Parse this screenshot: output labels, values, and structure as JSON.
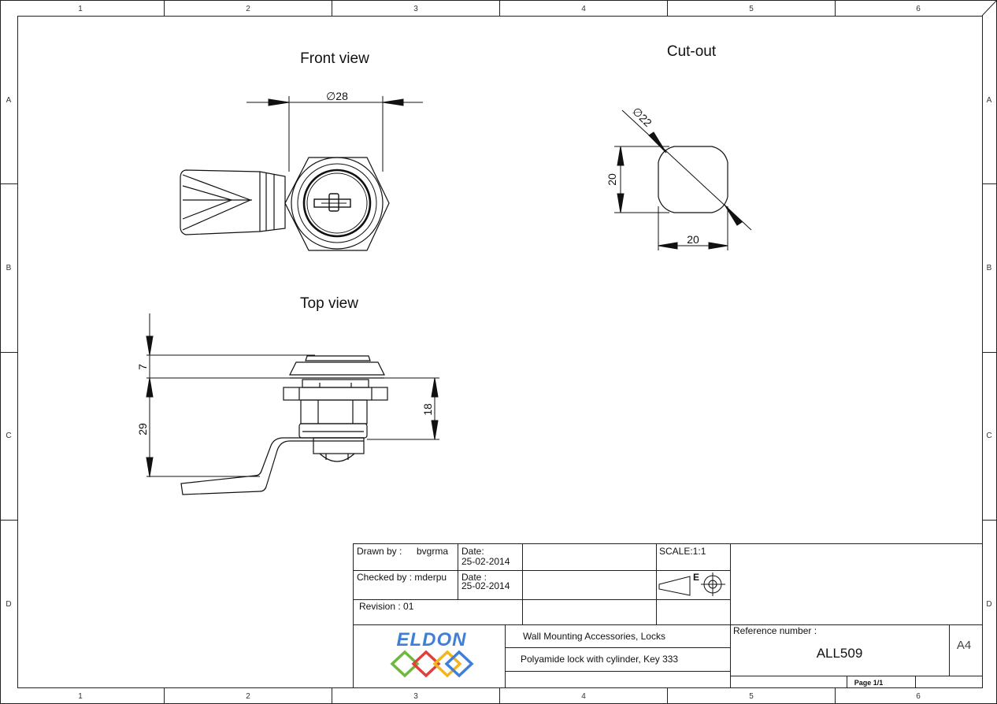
{
  "frame": {
    "columns": [
      "1",
      "2",
      "3",
      "4",
      "5",
      "6"
    ],
    "rows": [
      "A",
      "B",
      "C",
      "D"
    ]
  },
  "views": {
    "front": {
      "title": "Front view",
      "dim_diameter": "∅28"
    },
    "cutout": {
      "title": "Cut-out",
      "dim_diameter": "∅22",
      "dim_height": "20",
      "dim_width": "20"
    },
    "top": {
      "title": "Top view",
      "dim_top": "7",
      "dim_body": "29",
      "dim_right": "18"
    }
  },
  "title_block": {
    "drawn_by_label": "Drawn by :",
    "drawn_by": "bvgrma",
    "date1_label": "Date:",
    "date1": "25-02-2014",
    "checked_by": "Checked by : mderpu",
    "date2_label": "Date :",
    "date2": "25-02-2014",
    "revision": "Revision : 01",
    "scale": "SCALE:1:1",
    "projection_letter": "E",
    "logo_text": "ELDON",
    "category": "Wall Mounting Accessories, Locks",
    "description": "Polyamide lock with cylinder, Key 333",
    "reference_label": "Reference number :",
    "reference": "ALL509",
    "sheet_size": "A4",
    "page": "Page 1/1"
  },
  "colors": {
    "logo_blue": "#3f7fd9",
    "logo_diamonds": [
      "#6fb83f",
      "#e0403a",
      "#f2b51b",
      "#3f7fd9"
    ]
  }
}
